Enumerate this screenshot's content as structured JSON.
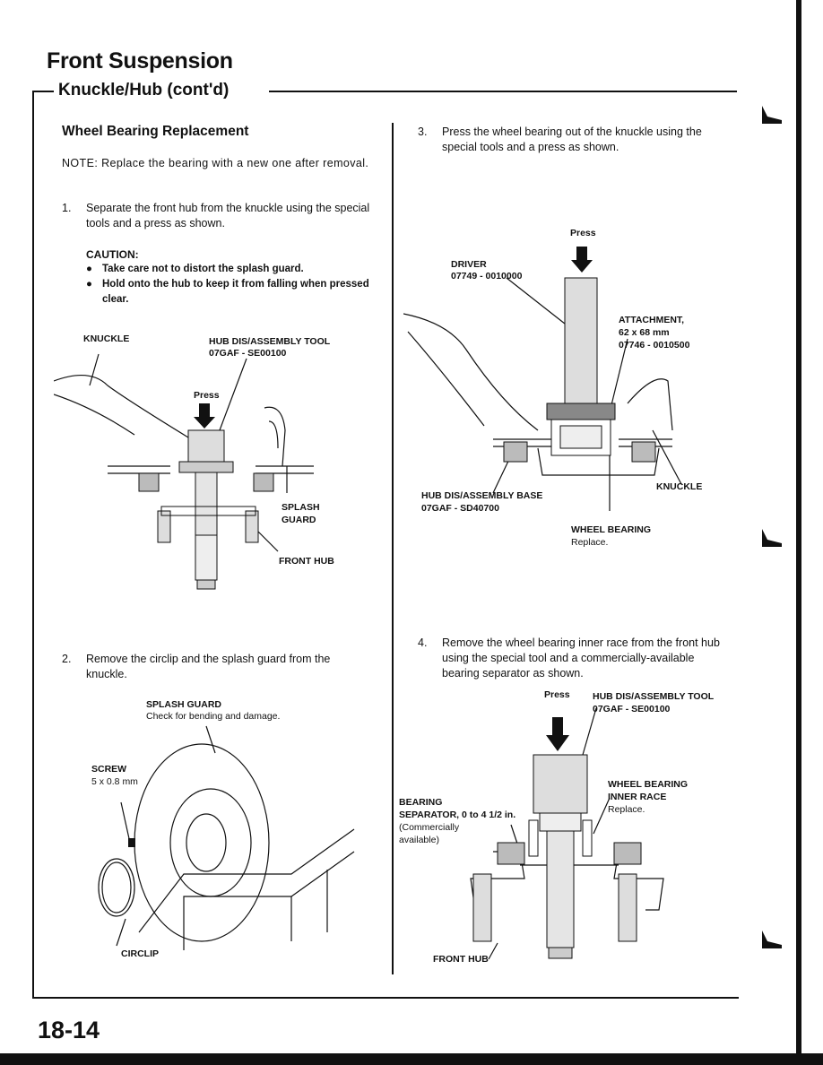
{
  "header": {
    "title": "Front Suspension",
    "subtitle": "Knuckle/Hub (cont'd)"
  },
  "left": {
    "heading": "Wheel Bearing Replacement",
    "note": "NOTE: Replace the bearing with a new one after removal.",
    "step1": {
      "num": "1.",
      "text": "Separate the front hub from the knuckle using the special tools and a press as shown."
    },
    "caution_title": "CAUTION:",
    "caution_items": [
      "Take care not to distort the splash guard.",
      "Hold onto the hub to keep it from falling when pressed clear."
    ],
    "fig1": {
      "knuckle": "KNUCKLE",
      "tool_name": "HUB DIS/ASSEMBLY TOOL",
      "tool_num": "07GAF - SE00100",
      "press": "Press",
      "splash1": "SPLASH",
      "splash2": "GUARD",
      "front_hub": "FRONT HUB"
    },
    "step2": {
      "num": "2.",
      "text": "Remove the circlip and the splash guard from the knuckle."
    },
    "fig2": {
      "splash_guard": "SPLASH GUARD",
      "check": "Check for bending and damage.",
      "screw": "SCREW",
      "screw_size": "5 x 0.8 mm",
      "circlip": "CIRCLIP"
    }
  },
  "right": {
    "step3": {
      "num": "3.",
      "text": "Press the wheel bearing out of the knuckle using the special tools and a press as shown."
    },
    "fig3": {
      "press": "Press",
      "driver": "DRIVER",
      "driver_num": "07749 - 0010000",
      "attachment": "ATTACHMENT,",
      "attachment_size": "62 x 68 mm",
      "attachment_num": "07746 - 0010500",
      "knuckle": "KNUCKLE",
      "base": "HUB DIS/ASSEMBLY BASE",
      "base_num": "07GAF - SD40700",
      "bearing": "WHEEL BEARING",
      "replace": "Replace."
    },
    "step4": {
      "num": "4.",
      "text": "Remove the wheel bearing inner race from the front hub using the special tool and a commercially-available bearing separator as shown."
    },
    "fig4": {
      "press": "Press",
      "tool_name": "HUB DIS/ASSEMBLY TOOL",
      "tool_num": "07GAF - SE00100",
      "inner1": "WHEEL BEARING",
      "inner2": "INNER RACE",
      "replace": "Replace.",
      "sep1": "BEARING",
      "sep2": "SEPARATOR, 0 to 4 1/2 in.",
      "sep3": "(Commercially",
      "sep4": "available)",
      "front_hub": "FRONT HUB"
    }
  },
  "footer": {
    "page": "18-14"
  }
}
